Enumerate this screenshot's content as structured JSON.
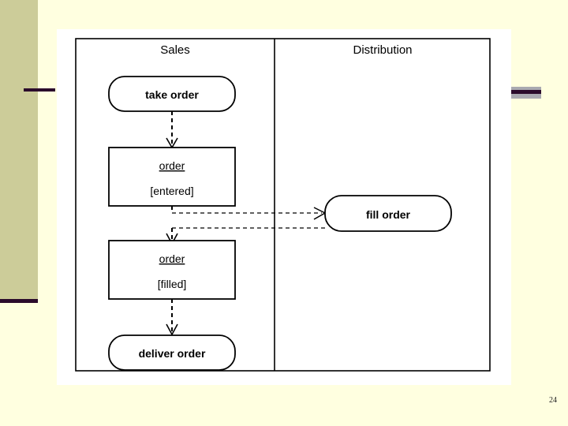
{
  "slide": {
    "number": "24",
    "background_color": "#FFFFE0",
    "accent_color": "#CCCC99",
    "rule_color": "#2B0B2B",
    "right_rule_color": "#A9A9B0"
  },
  "diagram": {
    "type": "uml-activity-diagram-with-swimlanes",
    "plate_color": "#FFFFFF",
    "line_color": "#000000",
    "lanes": [
      {
        "id": "sales",
        "title": "Sales"
      },
      {
        "id": "distribution",
        "title": "Distribution"
      }
    ],
    "nodes": [
      {
        "id": "take-order",
        "kind": "action",
        "lane": "sales",
        "label": "take order"
      },
      {
        "id": "order-entered",
        "kind": "object",
        "lane": "sales",
        "name": "order",
        "state": "[entered]"
      },
      {
        "id": "order-filled",
        "kind": "object",
        "lane": "sales",
        "name": "order",
        "state": "[filled]"
      },
      {
        "id": "deliver-order",
        "kind": "action",
        "lane": "sales",
        "label": "deliver order"
      },
      {
        "id": "fill-order",
        "kind": "action",
        "lane": "distribution",
        "label": "fill order"
      }
    ],
    "edges": [
      {
        "id": "e1",
        "from": "take-order",
        "to": "order-entered",
        "style": "dashed",
        "arrow": "open"
      },
      {
        "id": "e2",
        "from": "order-entered",
        "to": "fill-order",
        "style": "dashed",
        "arrow": "open"
      },
      {
        "id": "e3",
        "from": "fill-order",
        "to": "order-filled",
        "style": "dashed",
        "arrow": "open"
      },
      {
        "id": "e4",
        "from": "order-filled",
        "to": "deliver-order",
        "style": "dashed",
        "arrow": "open"
      }
    ]
  }
}
